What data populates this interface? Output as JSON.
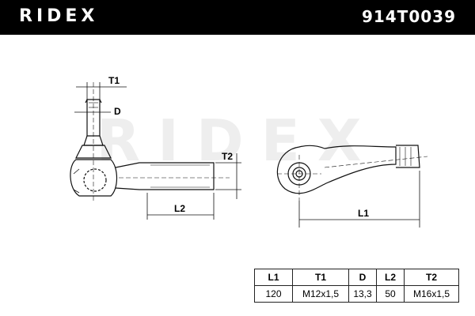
{
  "header": {
    "brand": "RIDEX",
    "part_number": "914T0039"
  },
  "watermark": {
    "text": "RIDEX"
  },
  "dimensions": {
    "t1": "T1",
    "d": "D",
    "t2": "T2",
    "l2": "L2",
    "l1": "L1"
  },
  "specs_table": {
    "headers": [
      "L1",
      "T1",
      "D",
      "L2",
      "T2"
    ],
    "values": [
      "120",
      "M12x1,5",
      "13,3",
      "50",
      "M16x1,5"
    ]
  }
}
